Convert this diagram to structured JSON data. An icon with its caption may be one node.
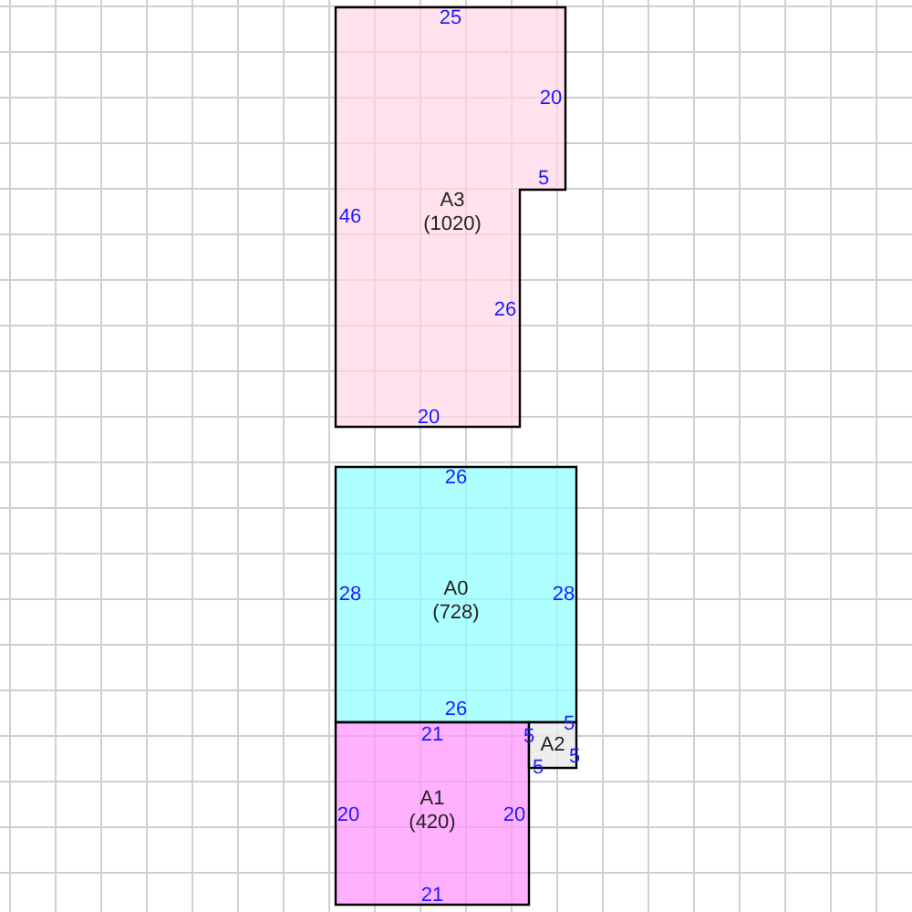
{
  "diagram": {
    "nodes": [
      {
        "text": [
          "A3",
          "(1020)"
        ]
      },
      {
        "text": [
          "A0",
          "(728)"
        ]
      },
      {
        "text": [
          "A1",
          "(420)"
        ]
      },
      {
        "text": [
          "A2"
        ]
      }
    ],
    "labels": [
      "25",
      "20",
      "5",
      "46",
      "26",
      "20",
      "26",
      "28",
      "28",
      "26",
      "5",
      "21",
      "5",
      "5",
      "5",
      "20",
      "20",
      "21"
    ]
  }
}
